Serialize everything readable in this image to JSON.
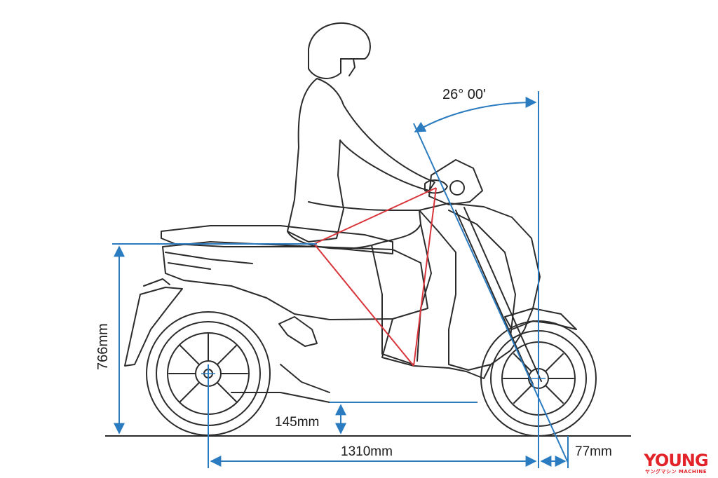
{
  "labels": {
    "angle": "26° 00'",
    "seat_height": "766mm",
    "ground_clearance": "145mm",
    "wheelbase": "1310mm",
    "trail": "77mm"
  },
  "logo": {
    "main": "YOUNG",
    "sub": "ヤングマシン MACHINE"
  },
  "colors": {
    "dimension_line": "#2a7bbf",
    "rider_triangle": "#d8343a",
    "drawing_line": "#2b2b2b",
    "logo": "#e2232a"
  }
}
